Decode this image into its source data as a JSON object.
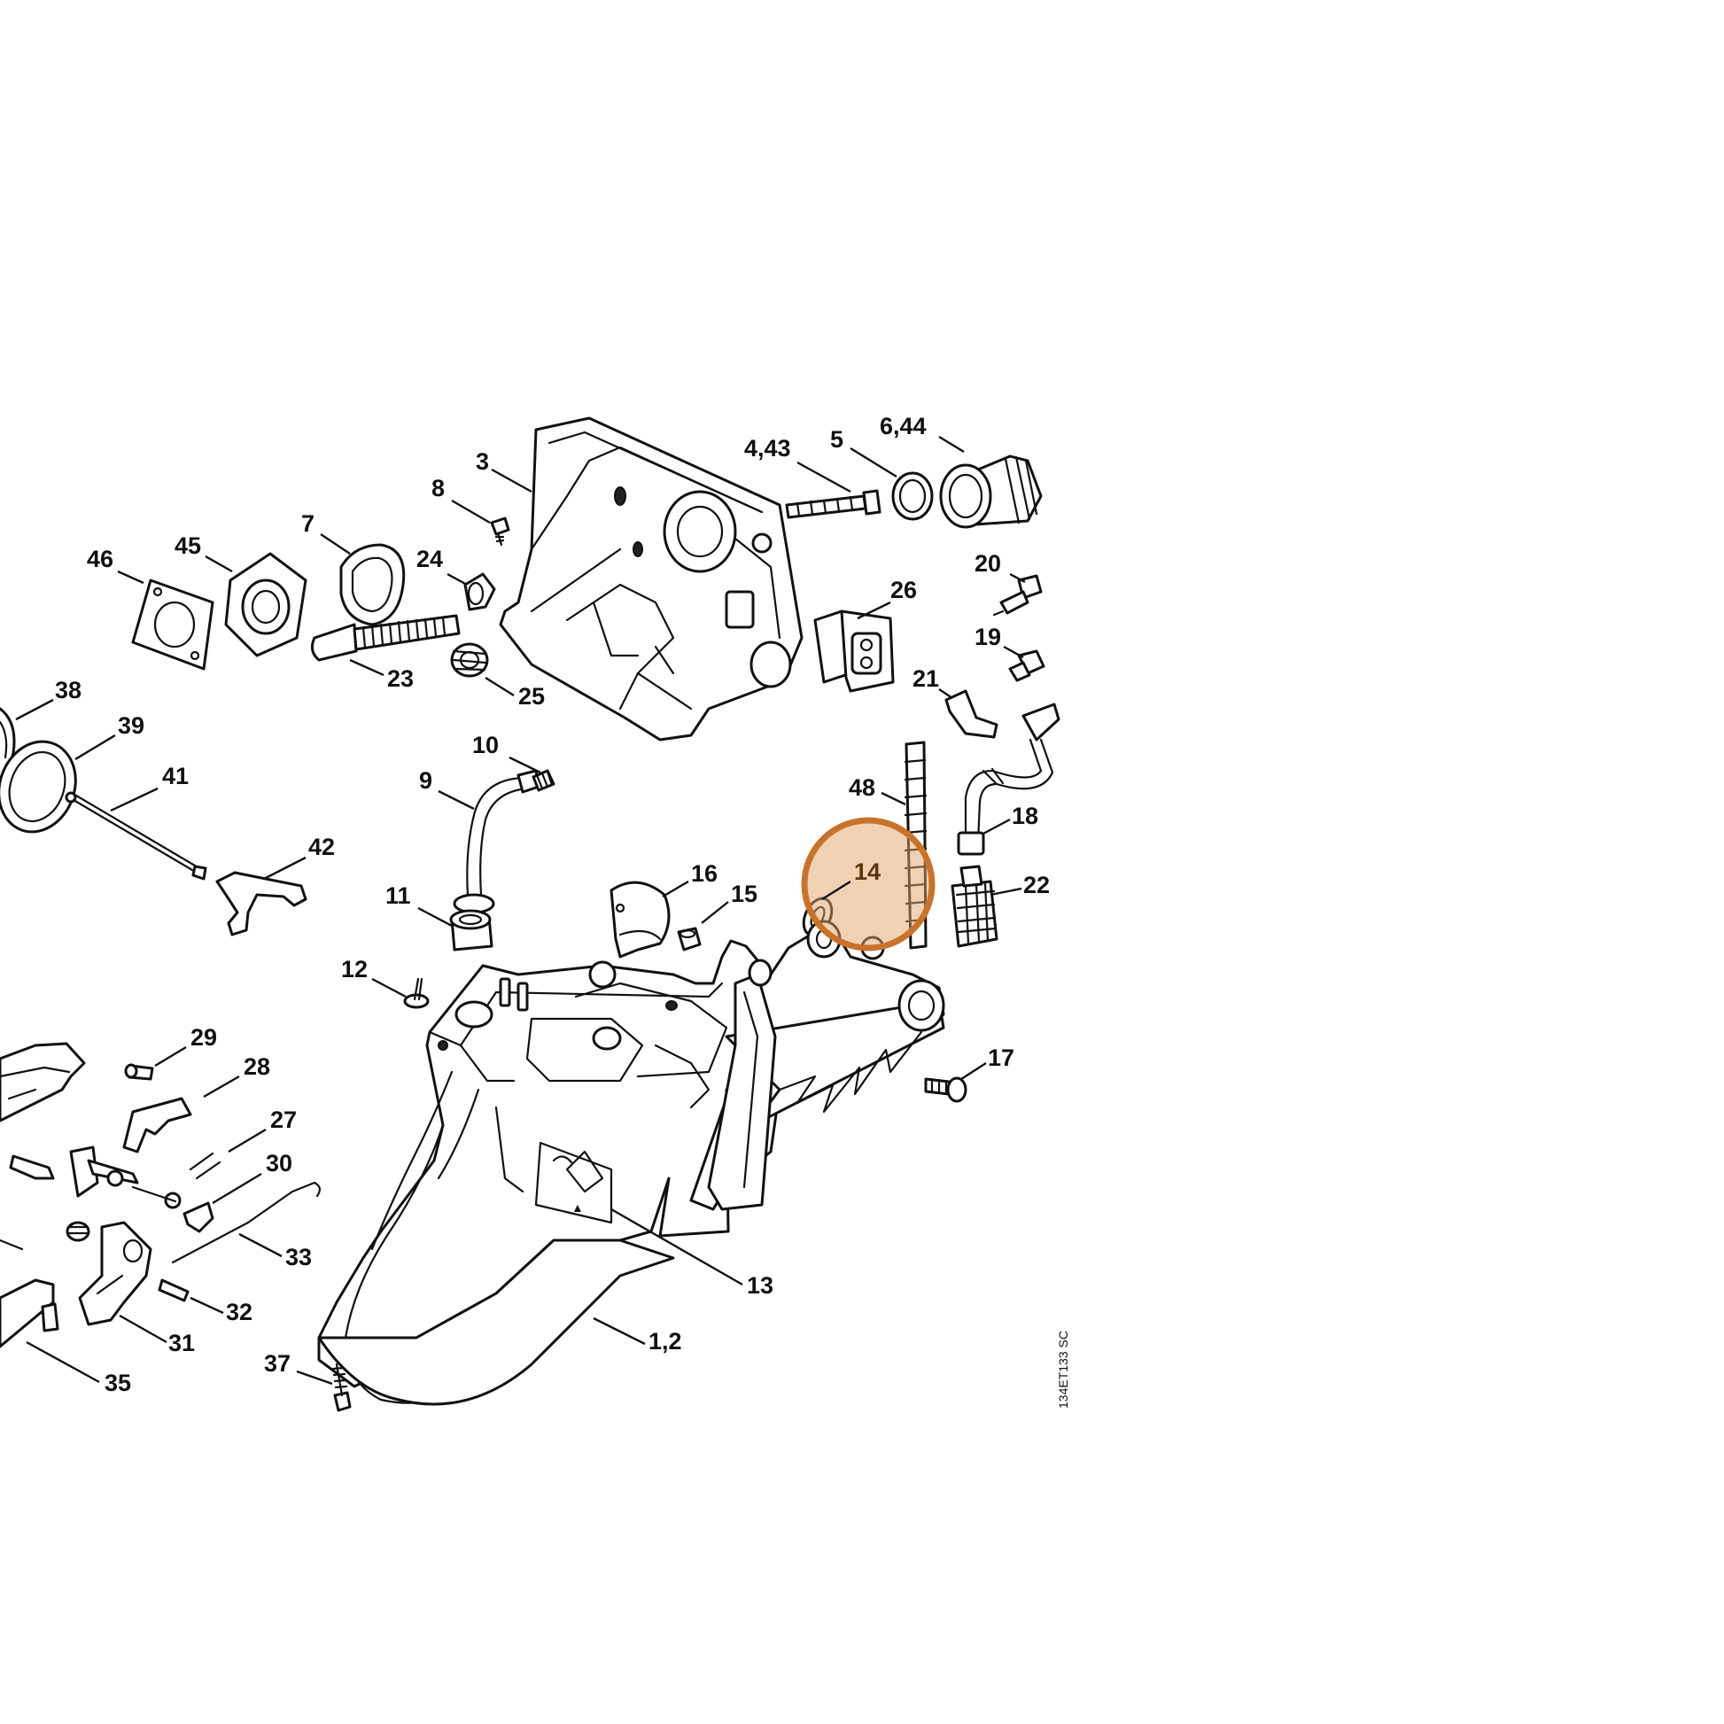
{
  "diagram": {
    "drawing_code": "134ET133 SC",
    "highlighted_part": "14",
    "highlight_color": "#c8732c",
    "labels": {
      "p1_2": "1,2",
      "p3": "3",
      "p4_43": "4,43",
      "p5": "5",
      "p6_44": "6,44",
      "p7": "7",
      "p8": "8",
      "p9": "9",
      "p10": "10",
      "p11": "11",
      "p12": "12",
      "p13": "13",
      "p14": "14",
      "p15": "15",
      "p16": "16",
      "p17": "17",
      "p18": "18",
      "p19": "19",
      "p20": "20",
      "p21": "21",
      "p22": "22",
      "p23": "23",
      "p24": "24",
      "p25": "25",
      "p26": "26",
      "p27": "27",
      "p28": "28",
      "p29": "29",
      "p30": "30",
      "p31": "31",
      "p32": "32",
      "p33": "33",
      "p35": "35",
      "p37": "37",
      "p38": "38",
      "p39": "39",
      "p41": "41",
      "p42": "42",
      "p45": "45",
      "p46": "46",
      "p48": "48"
    }
  }
}
